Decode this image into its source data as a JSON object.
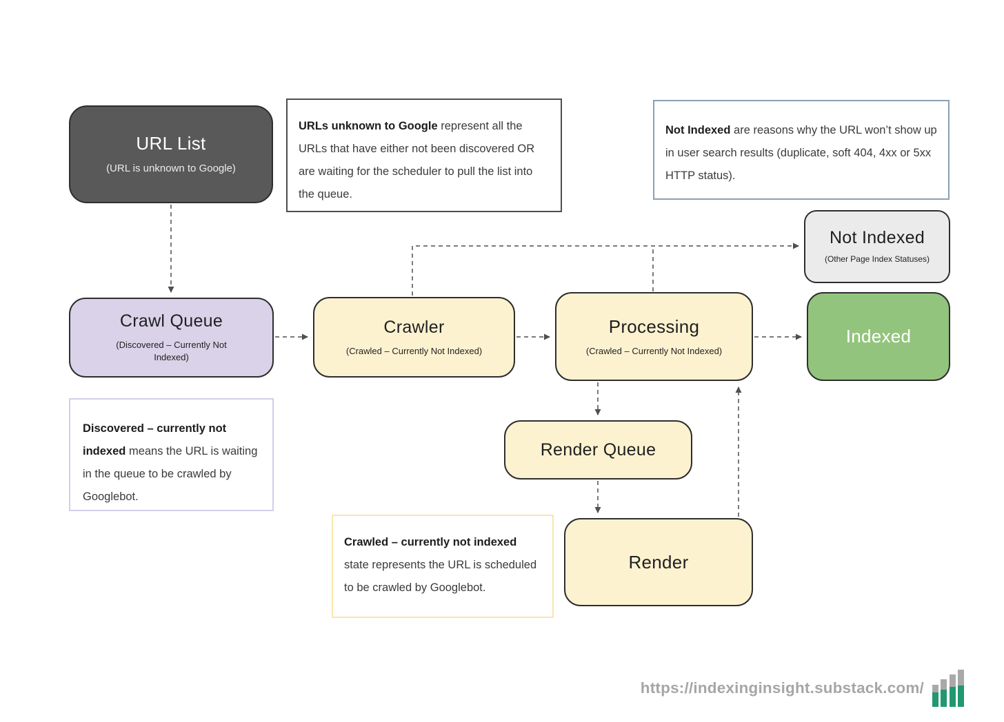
{
  "nodes": {
    "url_list": {
      "title": "URL List",
      "subtitle": "(URL is unknown to Google)"
    },
    "crawl_queue": {
      "title": "Crawl Queue",
      "subtitle": "(Discovered – Currently Not Indexed)"
    },
    "crawler": {
      "title": "Crawler",
      "subtitle": "(Crawled – Currently Not Indexed)"
    },
    "processing": {
      "title": "Processing",
      "subtitle": "(Crawled – Currently Not Indexed)"
    },
    "indexed": {
      "title": "Indexed"
    },
    "not_indexed": {
      "title": "Not Indexed",
      "subtitle": "(Other Page Index Statuses)"
    },
    "render_queue": {
      "title": "Render Queue"
    },
    "render": {
      "title": "Render"
    }
  },
  "notes": {
    "urls_unknown": {
      "bold": "URLs unknown to Google",
      "rest": " represent all the URLs that have either not been discovered OR are waiting for the scheduler to pull the list into the queue."
    },
    "not_indexed": {
      "bold": "Not Indexed",
      "rest": " are reasons why the URL won’t show up in user search results (duplicate, soft 404, 4xx or 5xx HTTP status)."
    },
    "discovered": {
      "bold": "Discovered – currently not indexed",
      "rest": " means the URL is waiting in the queue to be crawled by Googlebot."
    },
    "crawled": {
      "bold": "Crawled – currently not indexed",
      "rest": " state represents the URL is scheduled to be crawled by Googlebot."
    }
  },
  "footer": {
    "url": "https://indexinginsight.substack.com/"
  },
  "colors": {
    "node_dark": "#595959",
    "node_lavender": "#d9d2e9",
    "node_yellow": "#fdf2d0",
    "node_green": "#93c47d",
    "node_gray": "#ebebeb",
    "note_border_dark": "#4d4d4d",
    "note_border_blue": "#8aa0b4",
    "note_border_lavender": "#d5cce9",
    "note_border_cream": "#fbe5ab",
    "connector": "#7a7a7a",
    "connector_head": "#4f4f4f",
    "footer_text": "#a6a6a6",
    "logo_green": "#21986f",
    "logo_gray": "#a9a9a9"
  }
}
